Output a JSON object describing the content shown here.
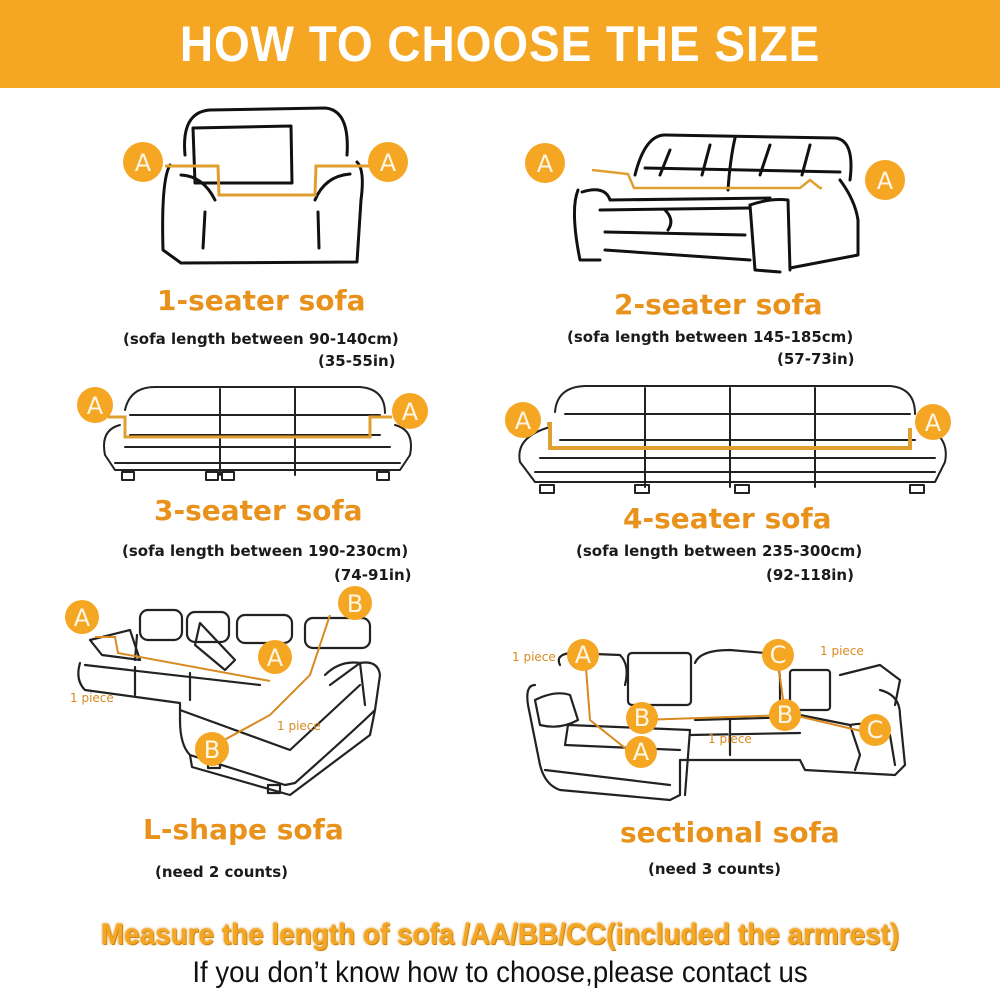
{
  "header": {
    "title": "HOW TO CHOOSE THE SIZE",
    "background": "#f5a623"
  },
  "sofas": [
    {
      "id": "1-seater",
      "title": "1-seater sofa",
      "range": "(sofa length between 90-140cm)",
      "inches": "(35-55in)",
      "markers": [
        "A",
        "A"
      ]
    },
    {
      "id": "2-seater",
      "title": "2-seater sofa",
      "range": "(sofa length between 145-185cm)",
      "inches": "(57-73in)",
      "markers": [
        "A",
        "A"
      ]
    },
    {
      "id": "3-seater",
      "title": "3-seater sofa",
      "range": "(sofa length between 190-230cm)",
      "inches": "(74-91in)",
      "markers": [
        "A",
        "A"
      ]
    },
    {
      "id": "4-seater",
      "title": "4-seater sofa",
      "range": "(sofa length between 235-300cm)",
      "inches": "(92-118in)",
      "markers": [
        "A",
        "A"
      ]
    },
    {
      "id": "l-shape",
      "title": "L-shape sofa",
      "note": "(need 2 counts)",
      "markers": [
        "A",
        "A",
        "B",
        "B"
      ],
      "piece_labels": [
        "1 piece",
        "1 piece"
      ]
    },
    {
      "id": "sectional",
      "title": "sectional sofa",
      "note": "(need 3 counts)",
      "markers": [
        "A",
        "A",
        "B",
        "B",
        "C",
        "C"
      ],
      "piece_labels": [
        "1 piece",
        "1 piece",
        "1 piece"
      ]
    }
  ],
  "footer": {
    "measure": "Measure the length of sofa /AA/BB/CC(included the armrest)",
    "contact": "If you don’t know how to choose,please contact us"
  },
  "colors": {
    "accent": "#f5a623",
    "title_orange": "#e8921c",
    "line_orange": "#e0a030",
    "ink": "#1a1a1a"
  }
}
